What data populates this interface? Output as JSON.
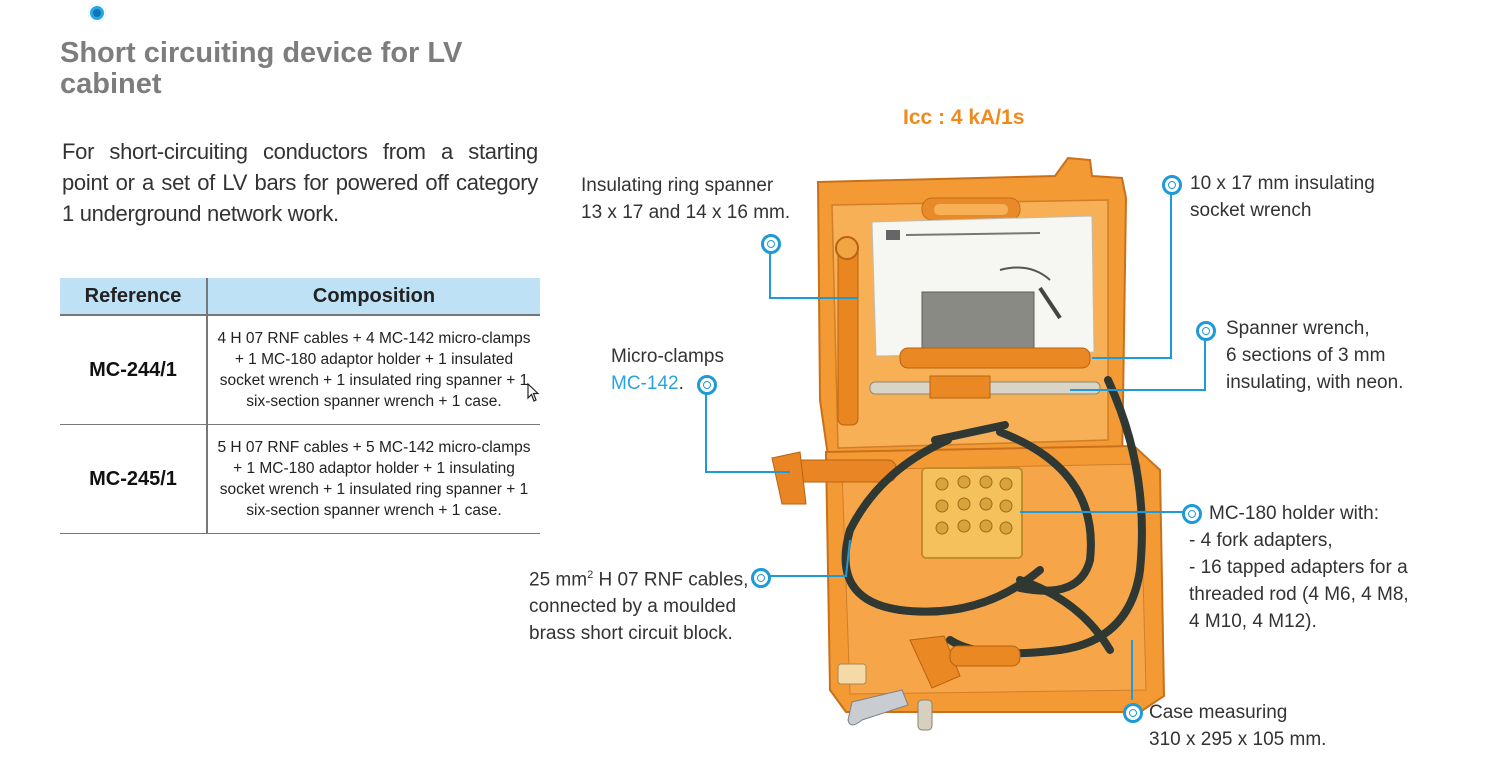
{
  "title": "Short circuiting device for LV cabinet",
  "intro": "For short-circuiting conductors from a starting point or a set of LV bars for powered off category 1 underground network work.",
  "table": {
    "headers": [
      "Reference",
      "Composition"
    ],
    "rows": [
      {
        "reference": "MC-244/1",
        "composition": "4 H 07 RNF cables + 4 MC-142 micro-clamps + 1 MC-180 adaptor holder + 1 insulated socket wrench + 1 insulated ring spanner + 1 six-section spanner wrench + 1 case."
      },
      {
        "reference": "MC-245/1",
        "composition": "5 H 07 RNF cables + 5 MC-142 micro-clamps + 1 MC-180 adaptor holder + 1 insulating socket wrench + 1 insulated ring spanner + 1 six-section spanner wrench + 1 case."
      }
    ]
  },
  "icc": "Icc : 4 kA/1s",
  "callouts": {
    "ring_spanner": [
      "Insulating ring spanner",
      "13 x 17 and 14 x 16 mm."
    ],
    "socket_wrench": [
      "10 x 17 mm insulating",
      "socket wrench"
    ],
    "spanner_wrench": [
      "Spanner wrench,",
      "6 sections of 3 mm",
      "insulating, with neon."
    ],
    "micro_clamps": {
      "line1": "Micro-clamps",
      "ref": "MC-142",
      "suffix": "."
    },
    "holder": [
      "MC-180 holder with:",
      "- 4 fork adapters,",
      "- 16 tapped adapters for a",
      "threaded rod (4 M6, 4 M8,",
      "4 M10, 4 M12)."
    ],
    "cables": {
      "prefix": "25 mm",
      "sup": "2",
      "line1_rest": " H 07 RNF cables,",
      "line2": "connected by a moulded",
      "line3": "brass short circuit block."
    },
    "case": [
      "Case measuring",
      "310 x 295 x 105 mm."
    ]
  },
  "colors": {
    "accent_blue": "#1e9bd7",
    "orange": "#f08a1c",
    "case_orange": "#f39a35",
    "header_blue": "#bfe1f6"
  }
}
